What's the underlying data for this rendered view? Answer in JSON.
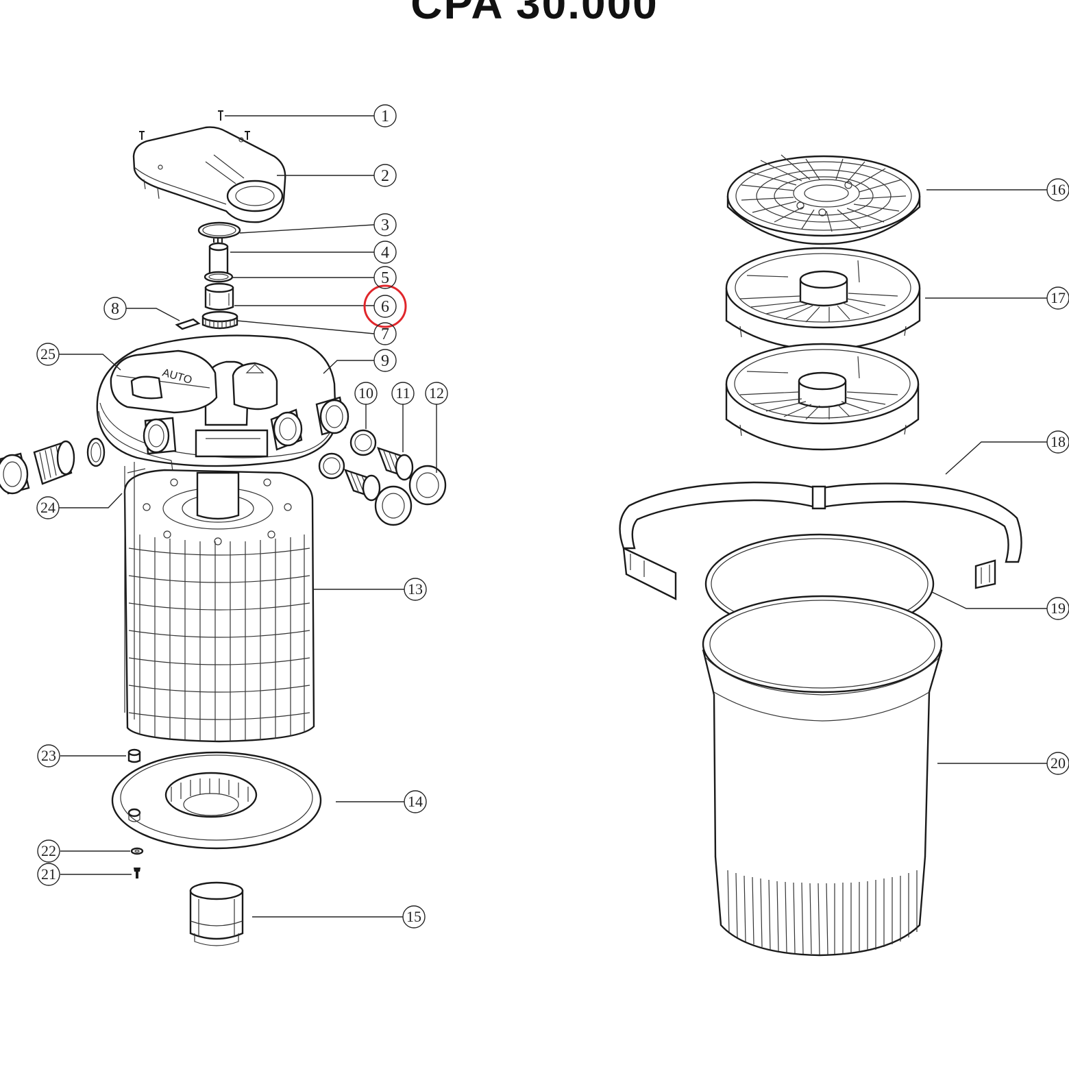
{
  "diagram": {
    "title": "CPA 30.000",
    "highlight_color": "#e0262b",
    "highlighted_part": "6",
    "callouts": [
      "1",
      "2",
      "3",
      "4",
      "5",
      "6",
      "7",
      "8",
      "9",
      "10",
      "11",
      "12",
      "13",
      "14",
      "15",
      "16",
      "17",
      "18",
      "19",
      "20",
      "21",
      "22",
      "23",
      "24",
      "25"
    ],
    "filter_cover_text": "AUTO"
  }
}
